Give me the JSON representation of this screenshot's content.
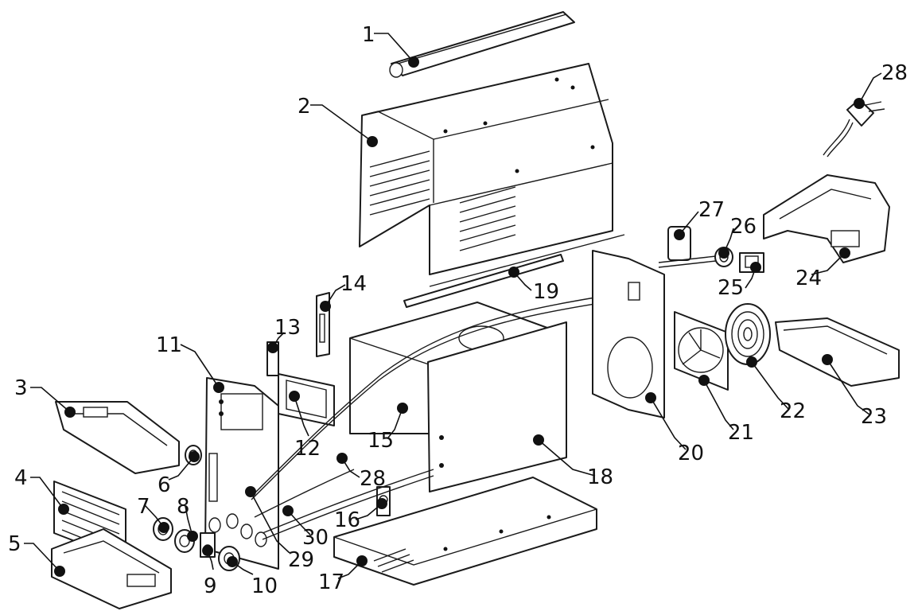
{
  "callouts": [
    {
      "id": "c1",
      "text": "1"
    },
    {
      "id": "c2",
      "text": "2"
    },
    {
      "id": "c3",
      "text": "3"
    },
    {
      "id": "c4",
      "text": "4"
    },
    {
      "id": "c5",
      "text": "5"
    },
    {
      "id": "c6",
      "text": "6"
    },
    {
      "id": "c7",
      "text": "7"
    },
    {
      "id": "c8",
      "text": "8"
    },
    {
      "id": "c9",
      "text": "9"
    },
    {
      "id": "c10",
      "text": "10"
    },
    {
      "id": "c11",
      "text": "11"
    },
    {
      "id": "c12",
      "text": "12"
    },
    {
      "id": "c13",
      "text": "13"
    },
    {
      "id": "c14",
      "text": "14"
    },
    {
      "id": "c15",
      "text": "15"
    },
    {
      "id": "c16",
      "text": "16"
    },
    {
      "id": "c17",
      "text": "17"
    },
    {
      "id": "c18",
      "text": "18"
    },
    {
      "id": "c19",
      "text": "19"
    },
    {
      "id": "c20",
      "text": "20"
    },
    {
      "id": "c21",
      "text": "21"
    },
    {
      "id": "c22",
      "text": "22"
    },
    {
      "id": "c23",
      "text": "23"
    },
    {
      "id": "c24",
      "text": "24"
    },
    {
      "id": "c25",
      "text": "25"
    },
    {
      "id": "c26",
      "text": "26"
    },
    {
      "id": "c27",
      "text": "27"
    },
    {
      "id": "c28a",
      "text": "28"
    },
    {
      "id": "c28b",
      "text": "28"
    },
    {
      "id": "c29",
      "text": "29"
    },
    {
      "id": "c30",
      "text": "30"
    }
  ],
  "colors": {
    "ink": "#1a1a1a",
    "background": "#ffffff"
  }
}
